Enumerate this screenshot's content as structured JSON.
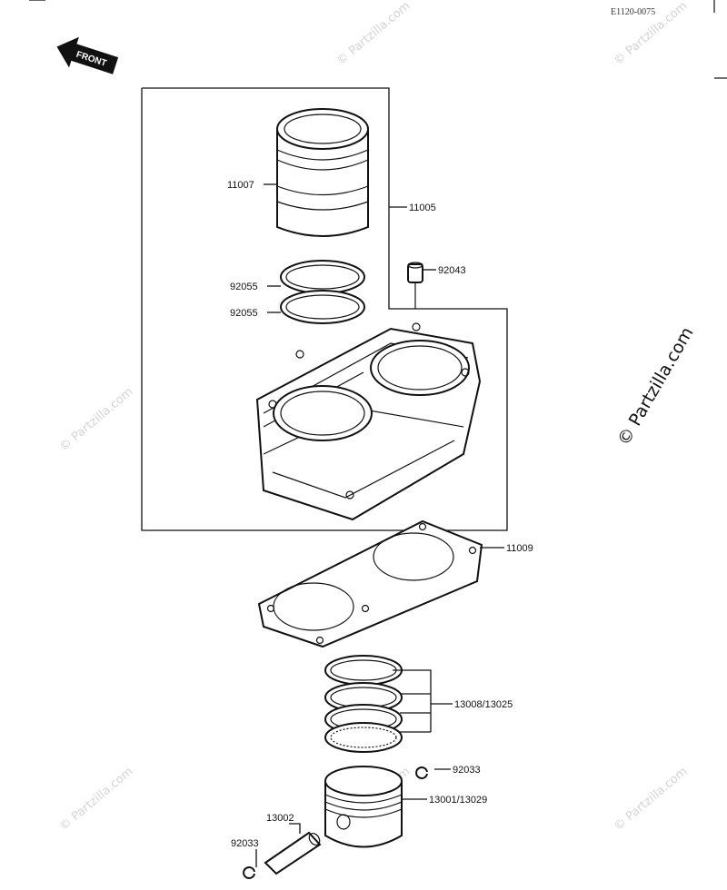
{
  "diagram_code": "E1120-0075",
  "front_label": "FRONT",
  "watermark": "© Partzilla.com",
  "side_watermark": "© Partzilla.com",
  "parts": {
    "cylinder_liner": "11007",
    "cylinder_assembly": "11005",
    "dowel_pin": "92043",
    "ring_upper": "92055",
    "ring_lower": "92055",
    "base_gasket": "11009",
    "piston_rings": "13008/13025",
    "circlip_right": "92033",
    "piston": "13001/13029",
    "piston_pin": "13002",
    "circlip_left": "92033"
  }
}
